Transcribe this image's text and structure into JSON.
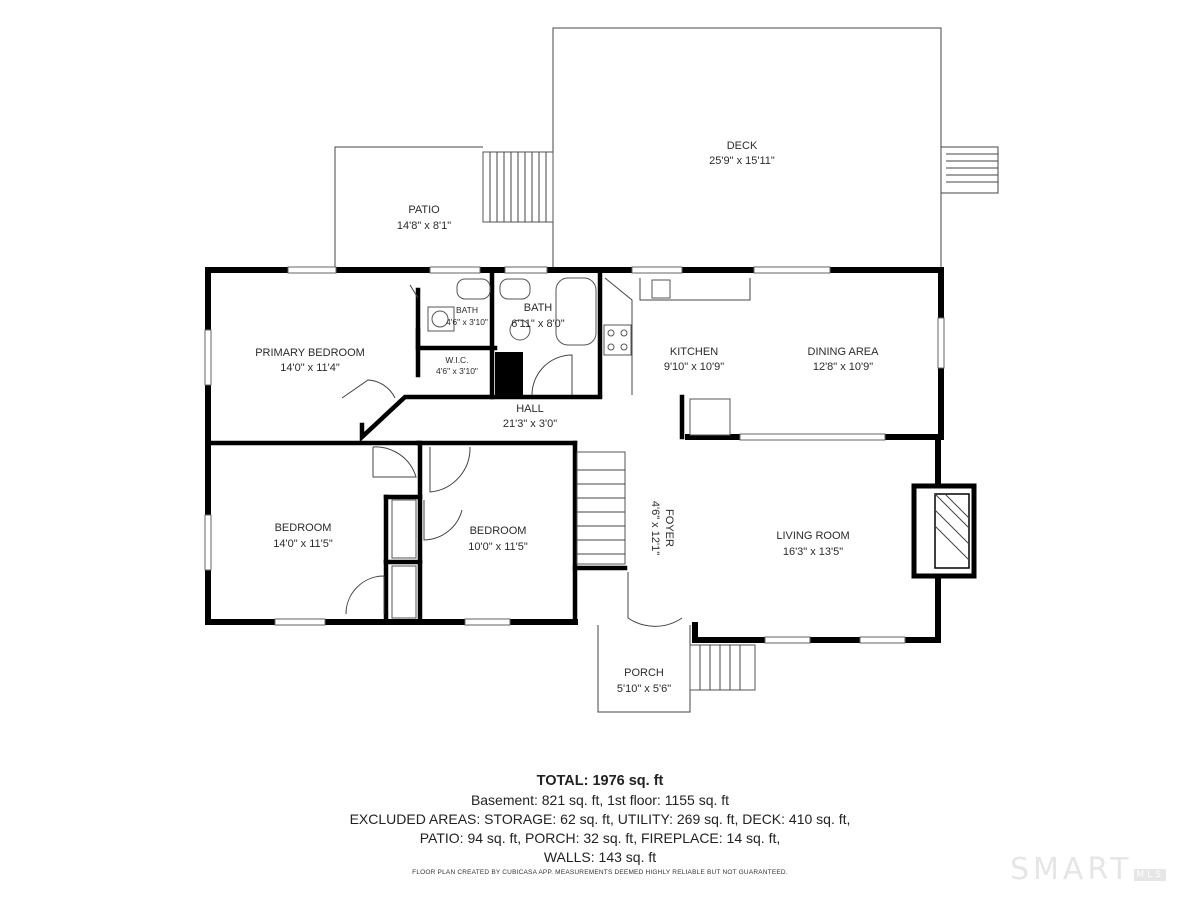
{
  "rooms": [
    {
      "id": "deck",
      "name": "DECK",
      "dims": "25'9\" x 15'11\""
    },
    {
      "id": "patio",
      "name": "PATIO",
      "dims": "14'8\" x 8'1\""
    },
    {
      "id": "primary_bedroom",
      "name": "PRIMARY BEDROOM",
      "dims": "14'0\" x 11'4\""
    },
    {
      "id": "bath_small",
      "name": "BATH",
      "dims": "4'6\" x 3'10\""
    },
    {
      "id": "wic",
      "name": "W.I.C.",
      "dims": "4'6\" x 3'10\""
    },
    {
      "id": "bath",
      "name": "BATH",
      "dims": "6'11\" x 8'0\""
    },
    {
      "id": "kitchen",
      "name": "KITCHEN",
      "dims": "9'10\" x 10'9\""
    },
    {
      "id": "dining",
      "name": "DINING AREA",
      "dims": "12'8\" x 10'9\""
    },
    {
      "id": "hall",
      "name": "HALL",
      "dims": "21'3\" x 3'0\""
    },
    {
      "id": "bedroom1",
      "name": "BEDROOM",
      "dims": "14'0\" x 11'5\""
    },
    {
      "id": "bedroom2",
      "name": "BEDROOM",
      "dims": "10'0\" x 11'5\""
    },
    {
      "id": "foyer",
      "name": "FOYER",
      "dims": "4'6\" x 12'1\""
    },
    {
      "id": "living",
      "name": "LIVING ROOM",
      "dims": "16'3\" x 13'5\""
    },
    {
      "id": "porch",
      "name": "PORCH",
      "dims": "5'10\" x 5'6\""
    }
  ],
  "summary": {
    "total": "TOTAL: 1976 sq. ft",
    "lines": [
      "Basement: 821 sq. ft, 1st floor: 1155 sq. ft",
      "EXCLUDED AREAS: STORAGE: 62 sq. ft, UTILITY: 269 sq. ft, DECK: 410 sq. ft,",
      "PATIO: 94 sq. ft, PORCH: 32 sq. ft, FIREPLACE: 14 sq. ft,",
      "WALLS: 143 sq. ft"
    ]
  },
  "disclaimer": "FLOOR PLAN CREATED BY CUBICASA APP. MEASUREMENTS DEEMED HIGHLY RELIABLE BUT NOT GUARANTEED.",
  "logo": {
    "text": "SMART",
    "suffix": "MLS"
  }
}
